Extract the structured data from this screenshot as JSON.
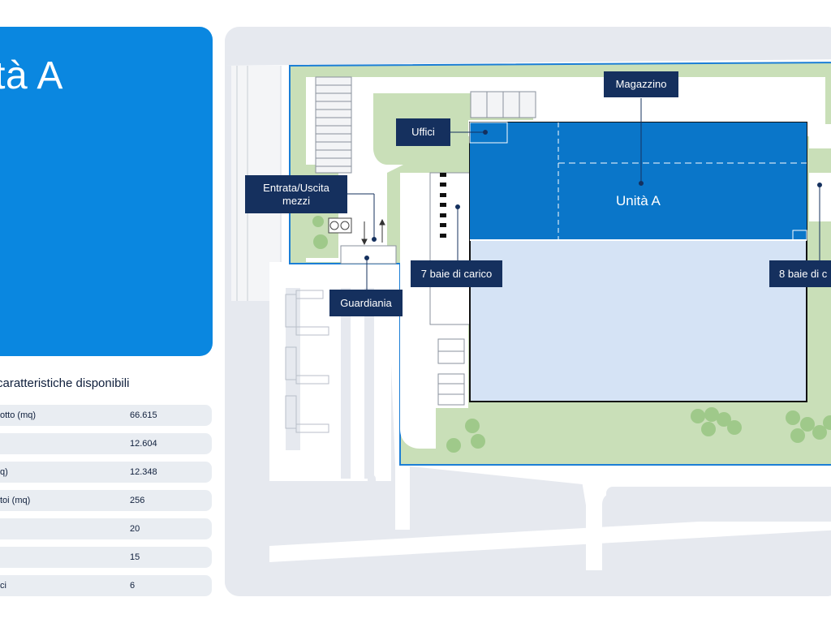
{
  "hero": {
    "title": "ità A"
  },
  "specs": {
    "heading": " caratteristiche disponibili",
    "rows": [
      {
        "label": "otto (mq)",
        "value": "66.615"
      },
      {
        "label": "",
        "value": "12.604"
      },
      {
        "label": "q)",
        "value": "12.348"
      },
      {
        "label": "toi (mq)",
        "value": "256"
      },
      {
        "label": "",
        "value": "20"
      },
      {
        "label": "",
        "value": "15"
      },
      {
        "label": "ci",
        "value": "6"
      }
    ]
  },
  "map": {
    "unit_label": "Unità A",
    "callouts": {
      "magazzino": "Magazzino",
      "uffici": "Uffici",
      "entrata_line1": "Entrata/Uscita",
      "entrata_line2": "mezzi",
      "baie_sinistra": "7 baie di carico",
      "baie_destra": "8 baie di c",
      "guardiania": "Guardiania"
    },
    "colors": {
      "unit_blue": "#0a76c9",
      "building_light": "#d5e3f5",
      "green": "#c9dfb8",
      "callout_navy": "#15305e",
      "boundary": "#1b7ed6"
    }
  }
}
